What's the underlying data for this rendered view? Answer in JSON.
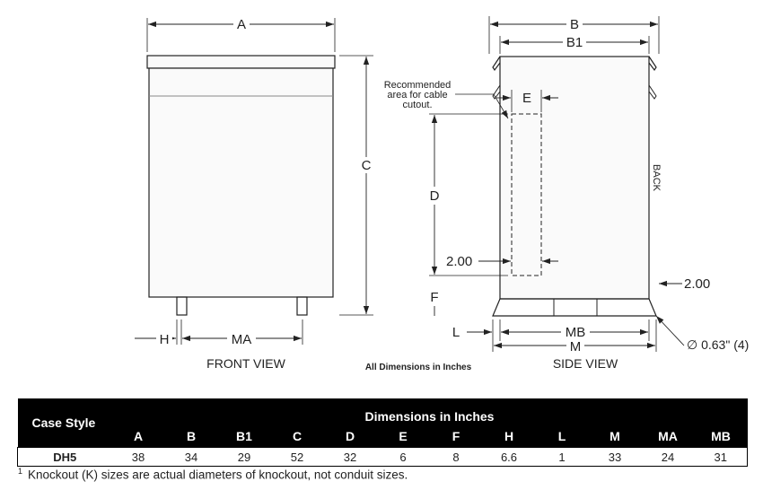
{
  "front_view": {
    "label": "FRONT VIEW",
    "dim_a": "A",
    "dim_c": "C",
    "dim_h": "H",
    "dim_ma": "MA"
  },
  "side_view": {
    "label": "SIDE VIEW",
    "dim_b": "B",
    "dim_b1": "B1",
    "dim_e": "E",
    "dim_d": "D",
    "dim_f": "F",
    "dim_l": "L",
    "dim_mb": "MB",
    "dim_m": "M",
    "offset_left": "2.00",
    "offset_right": "2.00",
    "hole": "∅ 0.63\" (4)",
    "back": "BACK",
    "cable_note_1": "Recommended",
    "cable_note_2": "area for cable",
    "cable_note_3": "cutout."
  },
  "all_dimensions_note": "All Dimensions in Inches",
  "table": {
    "case_style_header": "Case Style",
    "group_header": "Dimensions in Inches",
    "columns": [
      "A",
      "B",
      "B1",
      "C",
      "D",
      "E",
      "F",
      "H",
      "L",
      "M",
      "MA",
      "MB"
    ],
    "rows": [
      {
        "case": "DH5",
        "values": [
          "38",
          "34",
          "29",
          "52",
          "32",
          "6",
          "8",
          "6.6",
          "1",
          "33",
          "24",
          "31"
        ]
      }
    ]
  },
  "footnote": {
    "marker": "1",
    "text": "Knockout (K) sizes are actual diameters of knockout, not conduit sizes."
  }
}
